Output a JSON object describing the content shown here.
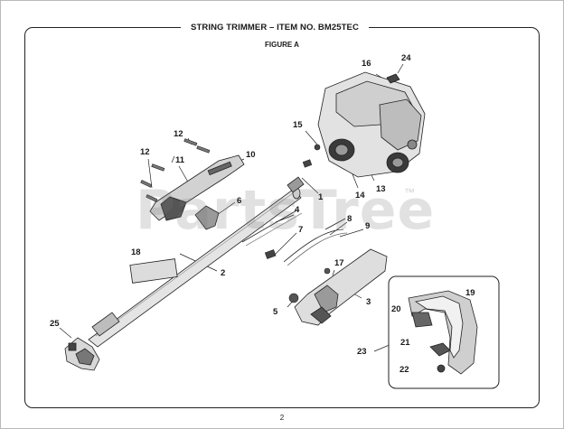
{
  "header": {
    "title": "STRING TRIMMER – ITEM NO. BM25TEC",
    "figure": "FIGURE A",
    "page_number": "2"
  },
  "watermark": {
    "text": "PartsTree",
    "mark": "™"
  },
  "callouts": [
    "1",
    "2",
    "3",
    "4",
    "5",
    "6",
    "7",
    "8",
    "9",
    "10",
    "11",
    "12",
    "12",
    "13",
    "14",
    "15",
    "16",
    "17",
    "18",
    "19",
    "20",
    "21",
    "22",
    "23",
    "24",
    "25"
  ],
  "colors": {
    "line": "#222222",
    "part_dark": "#3a3a3a",
    "part_mid": "#8a8a8a",
    "part_light": "#d6d6d6",
    "frame": "#b9b9b9"
  }
}
